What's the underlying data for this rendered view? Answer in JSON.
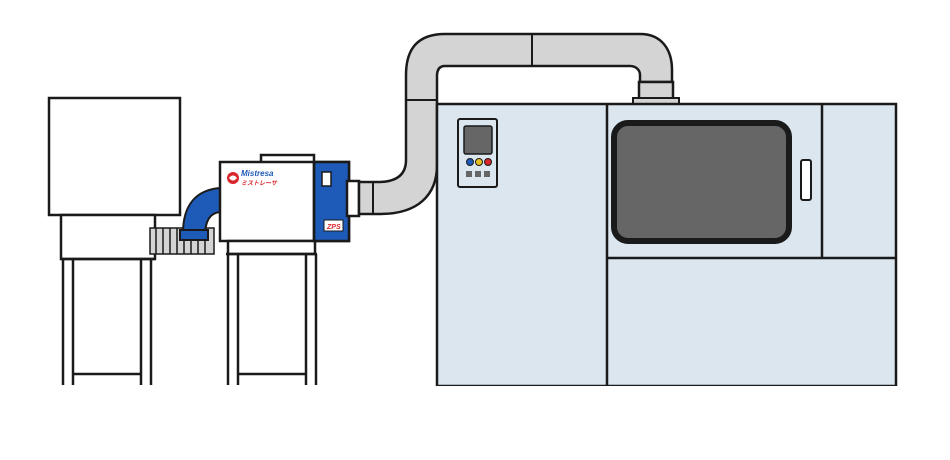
{
  "collector": {
    "brand_name": "Mistresa",
    "brand_sub": "ミストレーサ",
    "badge_text": "ZPS"
  },
  "colors": {
    "outline": "#1a1a1a",
    "machine_body": "#dbe6ef",
    "window_glass": "#666666",
    "duct_fill": "#d4d4d4",
    "collector_blue": "#1e5ab8",
    "logo_red": "#d8262c",
    "white": "#ffffff"
  },
  "icons": {
    "control_panel": "control-panel-icon",
    "logo": "brand-logo-icon"
  }
}
